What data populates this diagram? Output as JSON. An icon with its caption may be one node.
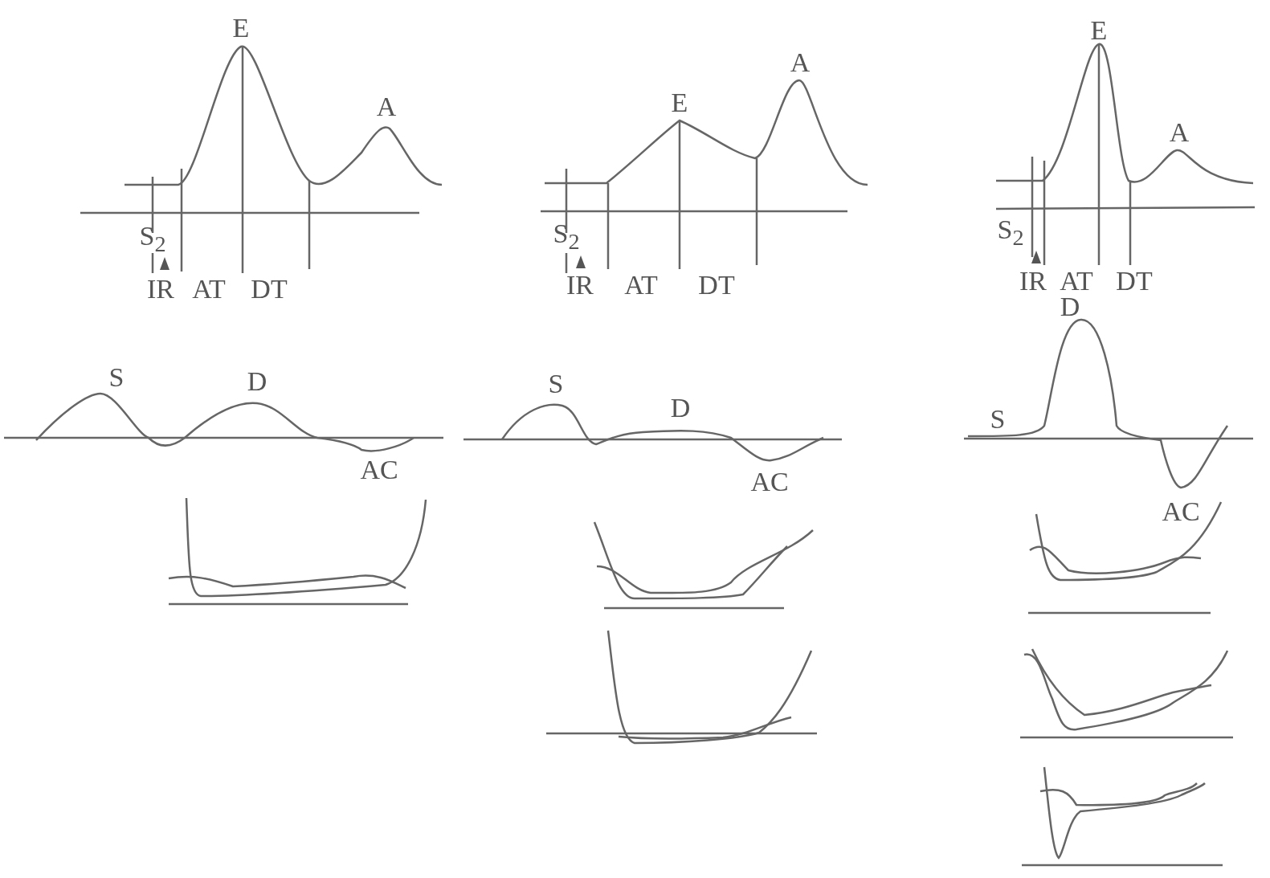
{
  "diagram": {
    "labels": [
      "E",
      "A",
      "S$_{2}$",
      "IR",
      "AT",
      "DT",
      "A",
      "E",
      "S$_{2}$",
      "IR",
      "AT",
      "DT",
      "E",
      "A",
      "S$_{2}$",
      "IR",
      "AT",
      "DT",
      "S",
      "D",
      "AC",
      "S",
      "D",
      "AC",
      "D",
      "S",
      "AC"
    ]
  }
}
